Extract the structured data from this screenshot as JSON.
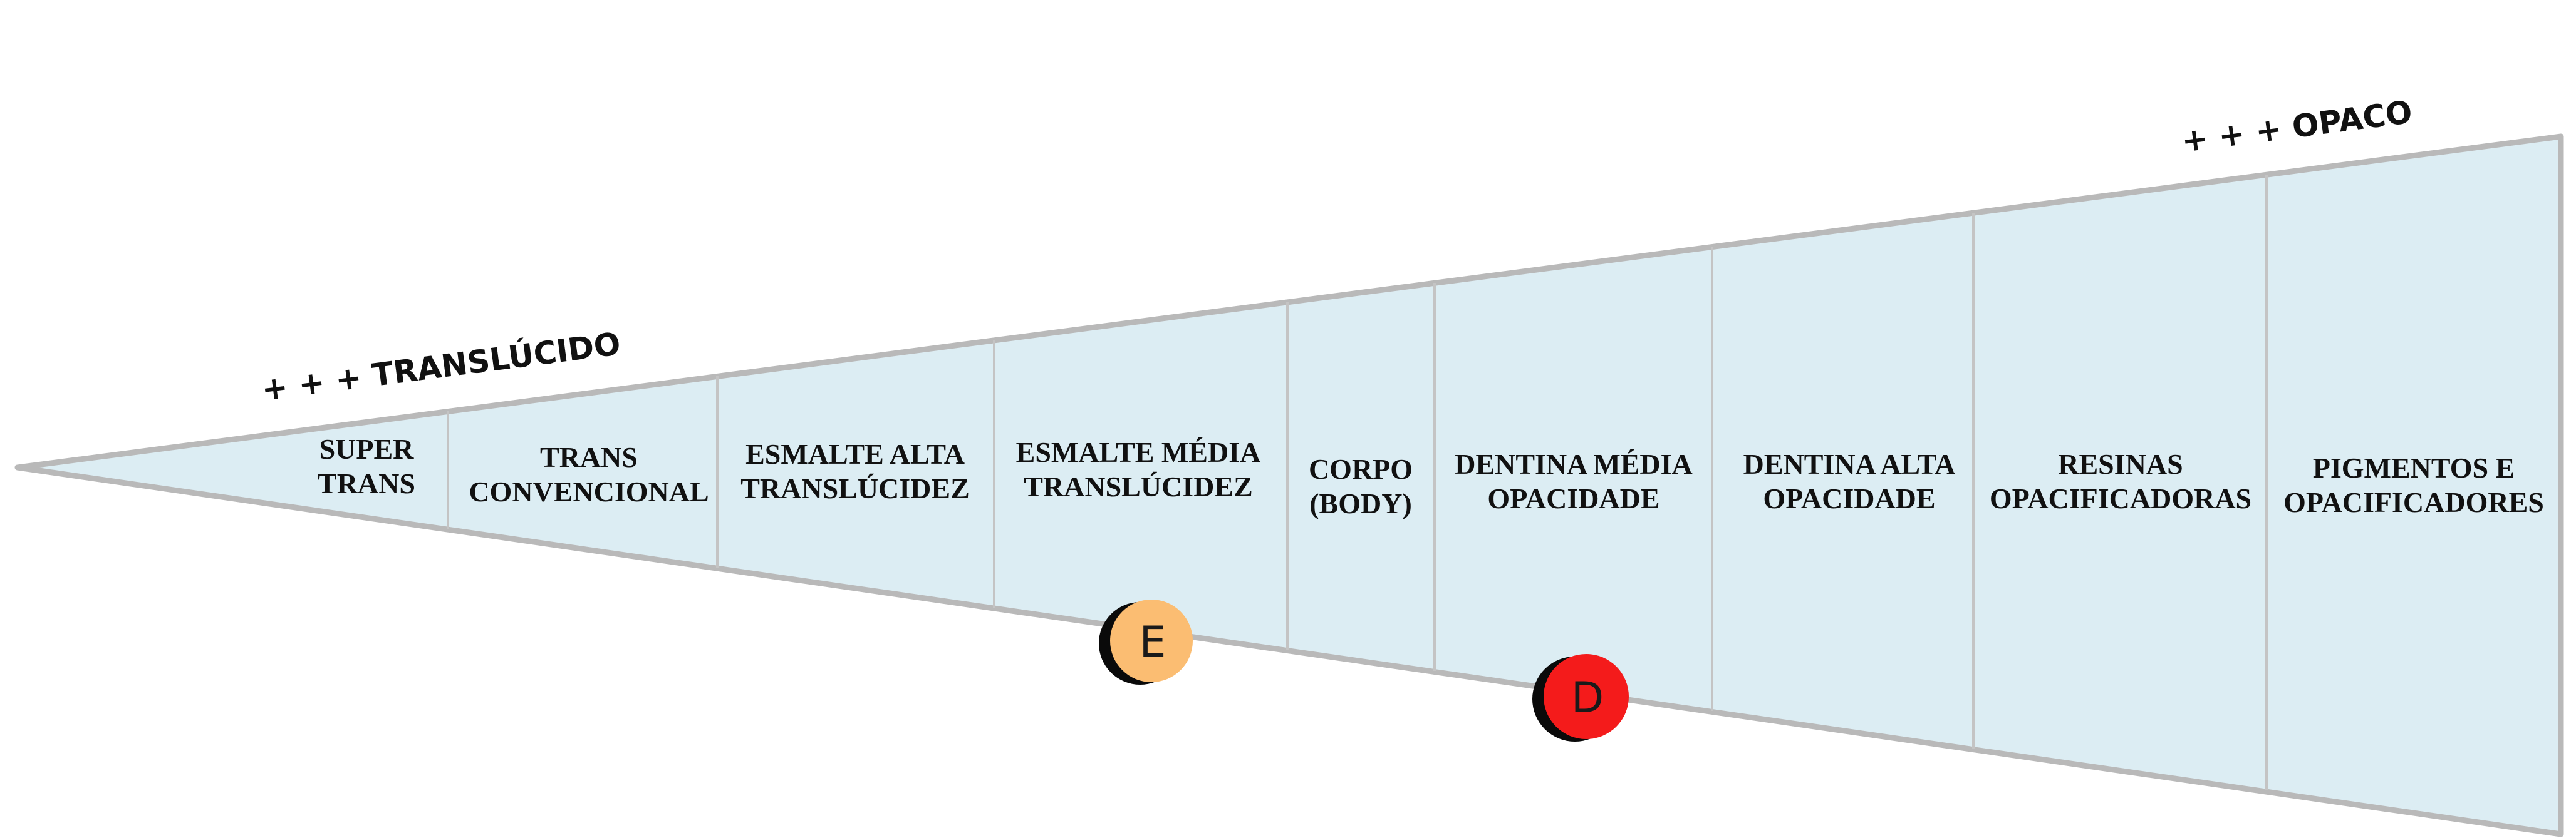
{
  "labels": {
    "translucent_end": "+ + + TRANSLÚCIDO",
    "opaque_end": "+ + + OPACO"
  },
  "colors": {
    "wedge_fill": "#dcedf3",
    "wedge_stroke": "#b9b9b9",
    "divider": "#c4c4c4",
    "badge_e": "#fbbd72",
    "badge_d": "#f41b1b",
    "badge_shadow": "#0a0a0a"
  },
  "segments": [
    {
      "line1": "SUPER",
      "line2": "TRANS"
    },
    {
      "line1": "TRANS",
      "line2": "CONVENCIONAL"
    },
    {
      "line1": "ESMALTE ALTA",
      "line2": "TRANSLÚCIDEZ"
    },
    {
      "line1": "ESMALTE MÉDIA",
      "line2": "TRANSLÚCIDEZ"
    },
    {
      "line1": "CORPO",
      "line2": "(BODY)"
    },
    {
      "line1": "DENTINA MÉDIA",
      "line2": "OPACIDADE"
    },
    {
      "line1": "DENTINA ALTA",
      "line2": "OPACIDADE"
    },
    {
      "line1": "RESINAS",
      "line2": "OPACIFICADORAS"
    },
    {
      "line1": "PIGMENTOS E",
      "line2": "OPACIFICADORES"
    }
  ],
  "badges": [
    {
      "letter": "E",
      "icon": "enamel-badge-icon"
    },
    {
      "letter": "D",
      "icon": "dentin-badge-icon"
    }
  ]
}
